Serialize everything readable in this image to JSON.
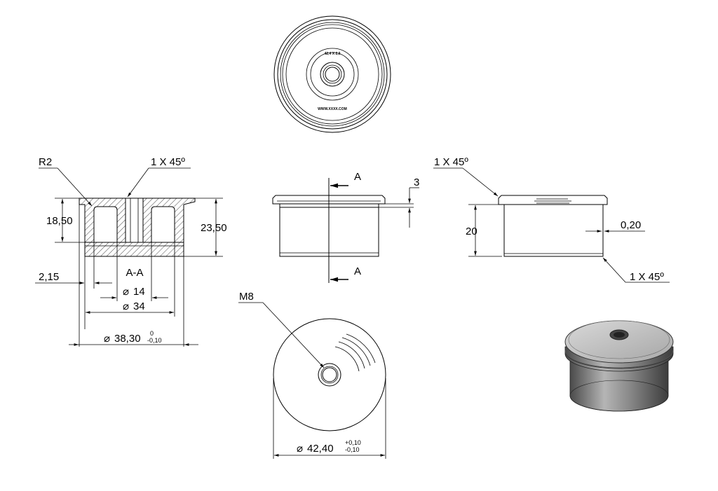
{
  "section_label": "A-A",
  "cut_label": "A",
  "dims": {
    "r2": "R2",
    "chamfer": "1 X 45º",
    "h1850": "18,50",
    "h2350": "23,50",
    "w215": "2,15",
    "d14": "14",
    "d34": "34",
    "d3830": "38,30",
    "d3830_tol_up": "0",
    "d3830_tol_dn": "-0,10",
    "t3": "3",
    "h20": "20",
    "t020": "0,20",
    "m8": "M8",
    "d4240": "42,40",
    "d4240_tol_up": "+0,10",
    "d4240_tol_dn": "-0,10",
    "diameter_symbol": "⌀"
  },
  "engraving": {
    "top": "42,4 X 2,0",
    "bottom": "WWW.XXXX.COM"
  }
}
